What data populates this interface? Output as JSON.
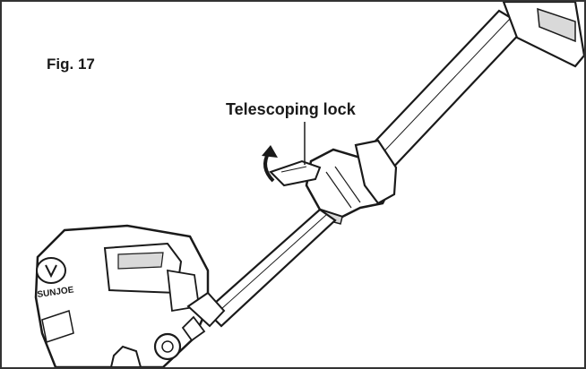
{
  "figure": {
    "title": "Fig. 17",
    "callout_label": "Telescoping lock"
  },
  "tool": {
    "brand": "SUNJOE"
  },
  "colors": {
    "line": "#1a1a1a",
    "frame": "#333333",
    "background": "#ffffff",
    "shade": "#d9d9d9"
  }
}
